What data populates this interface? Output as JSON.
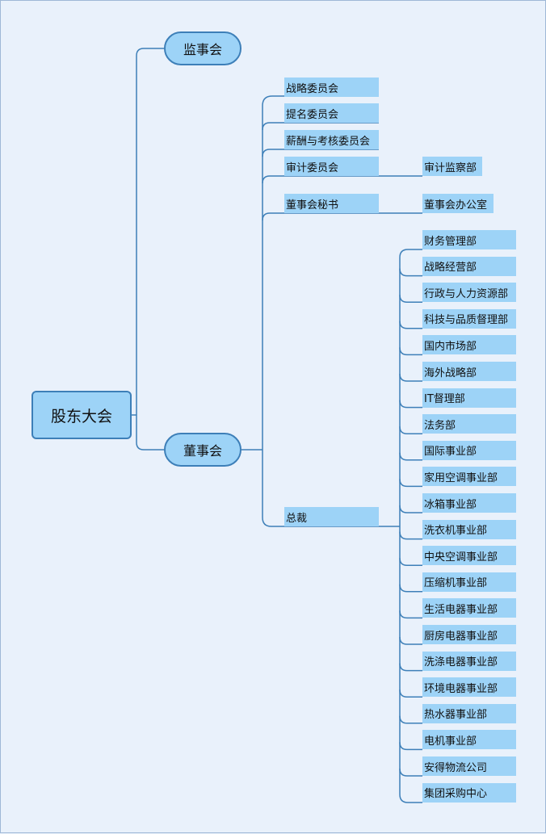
{
  "root": "股东大会",
  "supervisory_board": "监事会",
  "board": "董事会",
  "board_children": [
    "战略委员会",
    "提名委员会",
    "薪酬与考核委员会",
    "审计委员会",
    "董事会秘书",
    "总裁"
  ],
  "audit_sub": "审计监察部",
  "secretary_sub": "董事会办公室",
  "president_children": [
    "财务管理部",
    "战略经营部",
    "行政与人力资源部",
    "科技与品质督理部",
    "国内市场部",
    "海外战略部",
    "IT督理部",
    "法务部",
    "国际事业部",
    "家用空调事业部",
    "冰箱事业部",
    "洗衣机事业部",
    "中央空调事业部",
    "压缩机事业部",
    "生活电器事业部",
    "厨房电器事业部",
    "洗涤电器事业部",
    "环境电器事业部",
    "热水器事业部",
    "电机事业部",
    "安得物流公司",
    "集团采购中心"
  ],
  "colors": {
    "line": "#3d7fb8",
    "node_fill": "#9dd3f7",
    "background": "#e9f1fb"
  }
}
